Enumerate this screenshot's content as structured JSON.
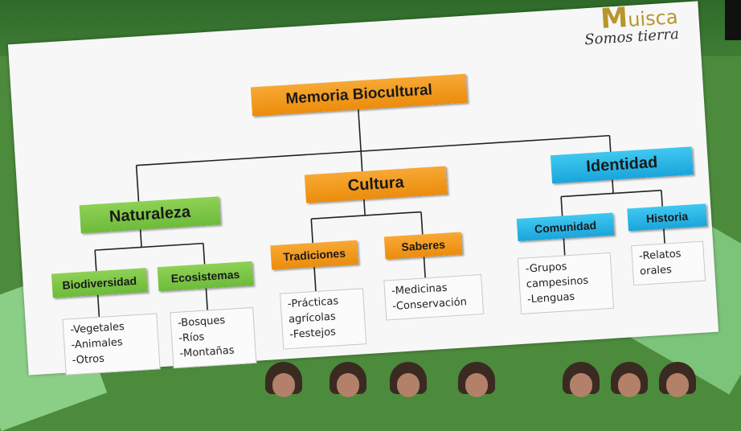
{
  "logo": {
    "first_letter": "M",
    "rest": "uisca",
    "tagline": "Somos tierra"
  },
  "root": "Memoria Biocultural",
  "branches": {
    "naturaleza": {
      "label": "Naturaleza",
      "children": [
        {
          "label": "Biodiversidad",
          "items": [
            "-Vegetales",
            "-Animales",
            "-Otros"
          ]
        },
        {
          "label": "Ecosistemas",
          "items": [
            "-Bosques",
            "-Ríos",
            "-Montañas"
          ]
        }
      ]
    },
    "cultura": {
      "label": "Cultura",
      "children": [
        {
          "label": "Tradiciones",
          "items": [
            "-Prácticas",
            "agrícolas",
            "-Festejos"
          ]
        },
        {
          "label": "Saberes",
          "items": [
            "-Medicinas",
            "-Conservación"
          ]
        }
      ]
    },
    "identidad": {
      "label": "Identidad",
      "children": [
        {
          "label": "Comunidad",
          "items": [
            "-Grupos",
            "campesinos",
            "-Lenguas"
          ]
        },
        {
          "label": "Historia",
          "items": [
            "-Relatos",
            "orales"
          ]
        }
      ]
    }
  },
  "colors": {
    "root": "#ec8c0c",
    "naturaleza": "#6dbb3a",
    "cultura": "#ec8c0c",
    "identidad": "#1aa5dc",
    "logo": "#b8962d"
  }
}
